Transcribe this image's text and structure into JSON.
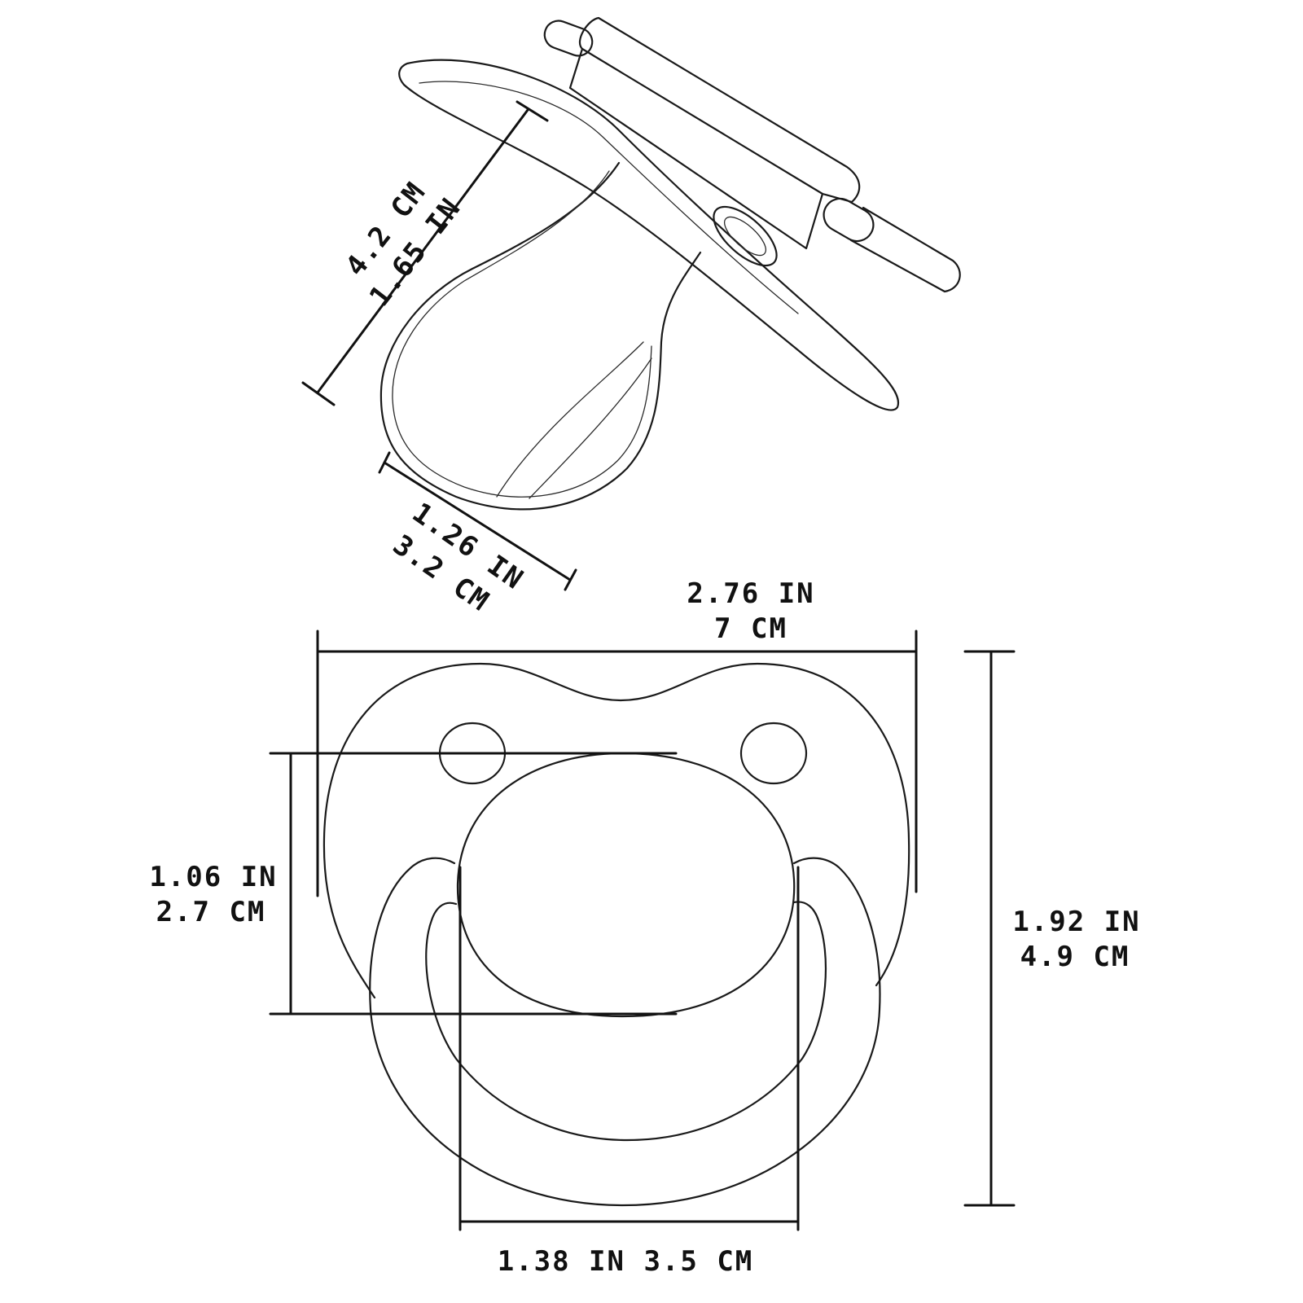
{
  "labels": {
    "nipple_length_cm": "4.2 CM",
    "nipple_length_in": "1.65 IN",
    "nipple_width_in": "1.26 IN",
    "nipple_width_cm": "3.2 CM",
    "shield_width_in": "2.76 IN",
    "shield_width_cm": "7 CM",
    "shield_height_in": "1.92 IN",
    "shield_height_cm": "4.9 CM",
    "button_height_in": "1.06 IN",
    "button_height_cm": "2.7 CM",
    "button_width": "1.38 IN  3.5 CM"
  },
  "colors": {
    "ink": "#1a1a1a",
    "background": "#ffffff"
  }
}
